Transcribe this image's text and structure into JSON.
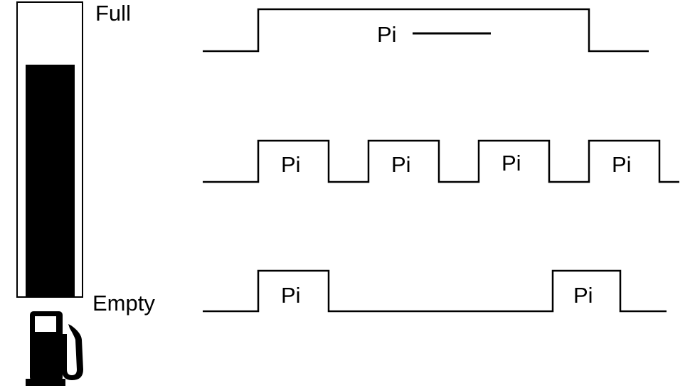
{
  "gauge": {
    "full_label": "Full",
    "empty_label": "Empty",
    "fill_fraction": 0.79,
    "icon": "fuel-pump-icon"
  },
  "waveforms": [
    {
      "name": "continuous",
      "pulse_label": "Pi",
      "pulses": 1
    },
    {
      "name": "frequent-pulses",
      "pulse_label": "Pi",
      "pulses": 4
    },
    {
      "name": "sparse-pulses",
      "pulse_label": "Pi",
      "pulses": 2
    }
  ],
  "colors": {
    "ink": "#000000",
    "background": "#ffffff"
  }
}
